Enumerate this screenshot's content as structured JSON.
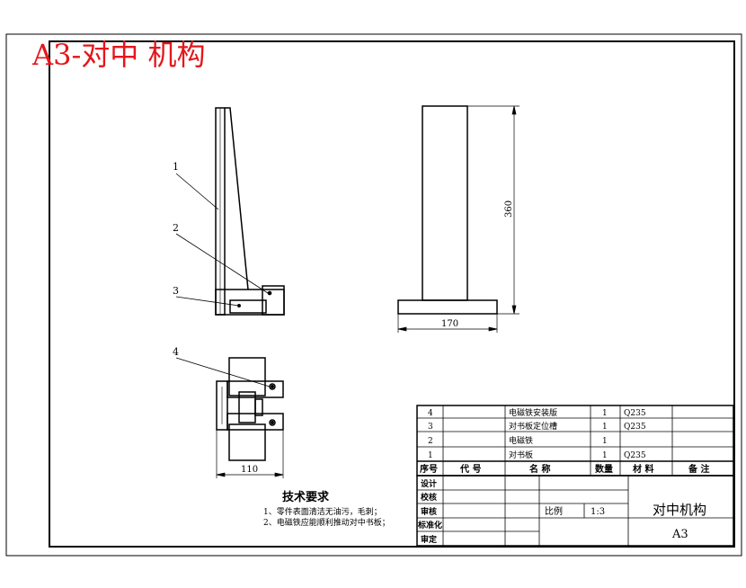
{
  "title_stamp": "A3-对中 机构",
  "colors": {
    "stamp": "#e5161b",
    "line": "#000000"
  },
  "callouts": [
    "1",
    "2",
    "3",
    "4"
  ],
  "dimensions": {
    "height": "360",
    "base_width": "170",
    "plan_width": "110"
  },
  "tech_requirements": {
    "heading": "技术要求",
    "items": [
      "1、零件表面清洁无油污，毛刺；",
      "2、电磁铁应能顺利推动对中书板；"
    ]
  },
  "bom": {
    "rows": [
      {
        "no": "4",
        "code": "",
        "name": "电磁铁安装版",
        "qty": "1",
        "material": "Q235",
        "note": ""
      },
      {
        "no": "3",
        "code": "",
        "name": "对书板定位槽",
        "qty": "1",
        "material": "Q235",
        "note": ""
      },
      {
        "no": "2",
        "code": "",
        "name": "电磁铁",
        "qty": "1",
        "material": "",
        "note": ""
      },
      {
        "no": "1",
        "code": "",
        "name": "对书板",
        "qty": "1",
        "material": "Q235",
        "note": ""
      }
    ],
    "header": {
      "no": "序号",
      "code": "代 号",
      "name": "名 称",
      "qty": "数量",
      "material": "材 料",
      "note": "备 注"
    }
  },
  "title_block": {
    "labels": [
      "设计",
      "校核",
      "审核",
      "标准化",
      "审定"
    ],
    "scale_label": "比例",
    "scale_value": "1:3",
    "drawing_name": "对中机构",
    "sheet_size": "A3"
  }
}
